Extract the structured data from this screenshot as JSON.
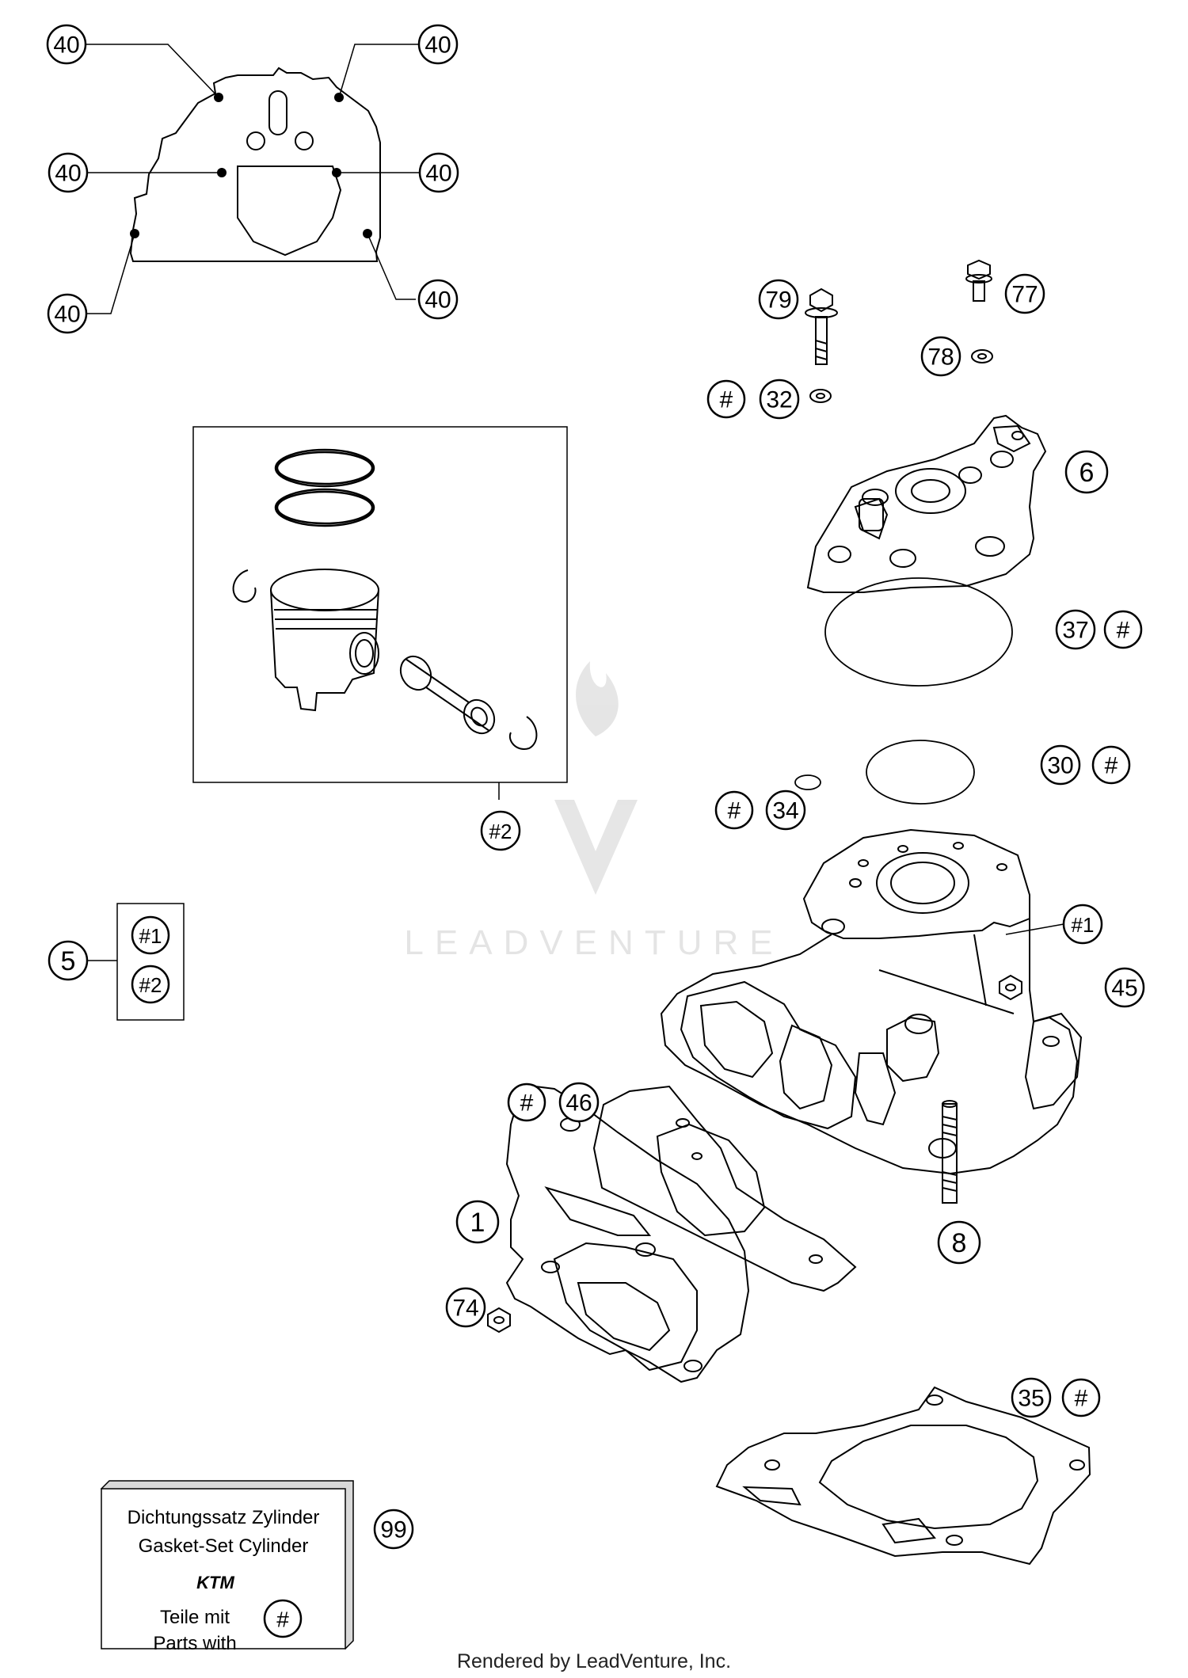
{
  "watermark": {
    "text": "LEADVENTURE"
  },
  "footer": {
    "text": "Rendered by LeadVenture, Inc."
  },
  "callouts": {
    "c40_tl": "40",
    "c40_tr": "40",
    "c40_ml": "40",
    "c40_mr": "40",
    "c40_bl": "40",
    "c40_br": "40",
    "c79": "79",
    "c77": "77",
    "c78": "78",
    "c32_hash": "#",
    "c32": "32",
    "c6": "6",
    "c37": "37",
    "c37_hash": "#",
    "c30": "30",
    "c30_hash": "#",
    "c34_hash": "#",
    "c34": "34",
    "c2": "#2",
    "c5": "5",
    "c5_sub1": "#1",
    "c5_sub2": "#2",
    "c1_cyl": "#1",
    "c45": "45",
    "c46_hash": "#",
    "c46": "46",
    "c1": "1",
    "c8": "8",
    "c74": "74",
    "c35": "35",
    "c35_hash": "#",
    "c99": "99"
  },
  "gasket_box": {
    "line1": "Dichtungssatz Zylinder",
    "line2": "Gasket-Set Cylinder",
    "brand": "KTM",
    "line3": "Teile mit",
    "line4": "Parts with",
    "badge": "#"
  }
}
